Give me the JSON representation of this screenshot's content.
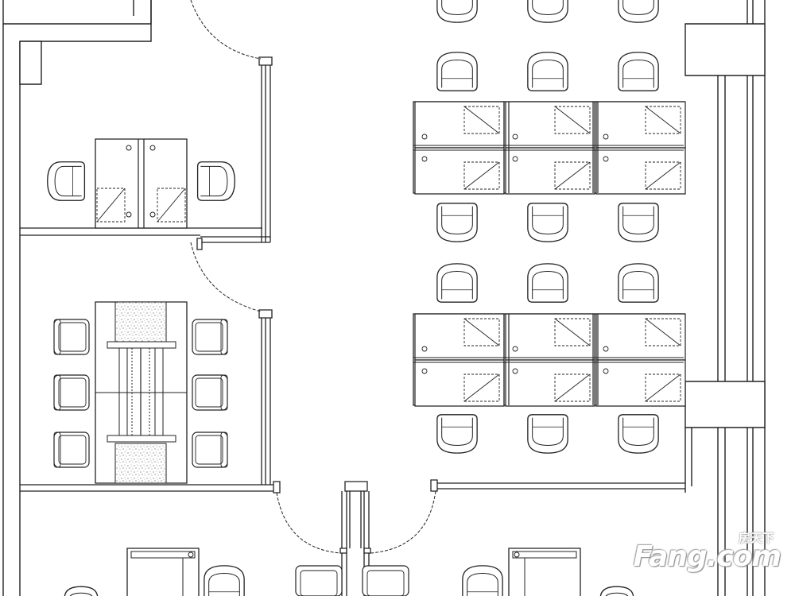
{
  "watermark": {
    "chinese": "房天下",
    "english": "Fang.com"
  },
  "colors": {
    "line": "#222222",
    "background": "#ffffff",
    "watermark_outline": "#8a8a8a"
  },
  "rooms": [
    {
      "id": "private-office-top",
      "furniture": [
        "desk",
        "desk",
        "armchair",
        "armchair"
      ]
    },
    {
      "id": "meeting-room",
      "furniture": [
        "conference-table",
        "chair",
        "chair",
        "chair",
        "chair",
        "chair",
        "chair"
      ]
    },
    {
      "id": "open-workstation-area",
      "furniture": [
        "workstation-cluster",
        "workstation-cluster",
        "armchair-rows"
      ]
    },
    {
      "id": "bottom-offices",
      "furniture": [
        "desk",
        "desk",
        "armchair",
        "armchair"
      ]
    }
  ]
}
